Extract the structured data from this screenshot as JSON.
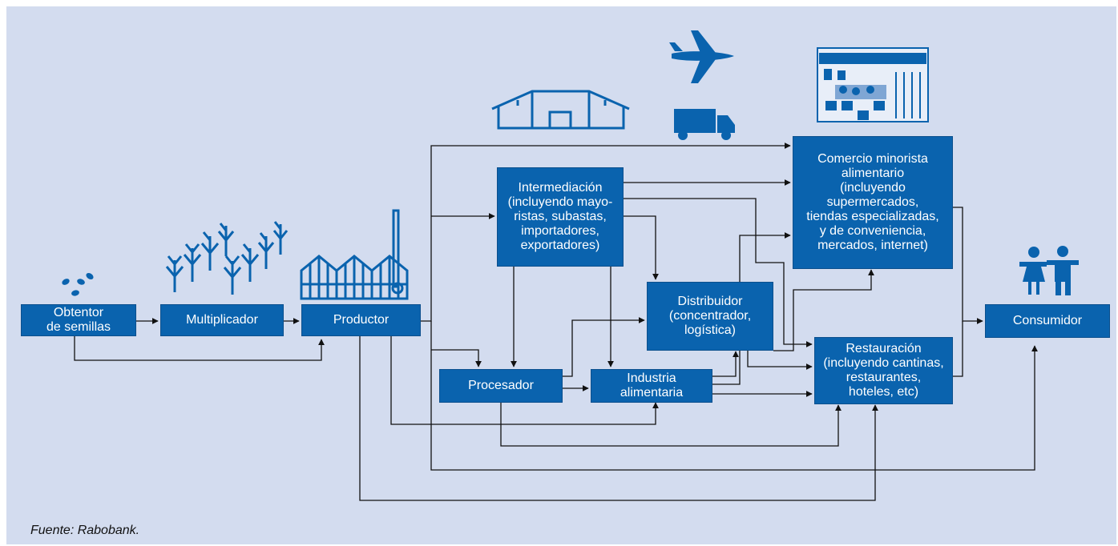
{
  "nodes": {
    "obtentor": "Obtentor\nde semillas",
    "multiplicador": "Multiplicador",
    "productor": "Productor",
    "intermediacion": "Intermediación\n(incluyendo mayo-\nristas, subastas,\nimportadores,\nexportadores)",
    "procesador": "Procesador",
    "industria": "Industria\nalimentaria",
    "distribuidor": "Distribuidor\n(concentrador,\nlogística)",
    "comercio": "Comercio minorista\nalimentario\n(incluyendo\nsupermercados,\ntiendas especializadas,\ny de conveniencia,\nmercados, internet)",
    "restauracion": "Restauración\n(incluyendo cantinas,\nrestaurantes,\nhoteles, etc)",
    "consumidor": "Consumidor"
  },
  "icons": [
    "seeds-icon",
    "plants-icon",
    "greenhouse-icon",
    "warehouse-icon",
    "airplane-icon",
    "truck-icon",
    "market-stall-icon",
    "people-icon"
  ],
  "colors": {
    "background": "#d3dcef",
    "box": "#0a63ae",
    "arrow": "#111111"
  },
  "caption": "Fuente: Rabobank."
}
